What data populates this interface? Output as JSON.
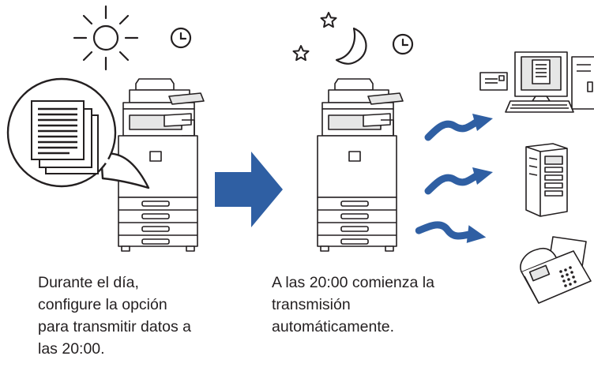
{
  "captions": {
    "day": [
      "Durante el día,",
      "configure la opción",
      "para transmitir datos a",
      "las 20:00."
    ],
    "night": [
      "A las 20:00 comienza la",
      "transmisión",
      "automáticamente."
    ]
  },
  "colors": {
    "line": "#231f20",
    "arrow": "#2f5fa3",
    "machine_fill": "#ffffff",
    "machine_shade": "#e6e6e6"
  },
  "icons": {
    "sun": "sun-icon",
    "clock": "clock-icon",
    "moon": "moon-icon",
    "star": "star-icon",
    "document": "document-stack-icon",
    "copier": "multifunction-printer-icon",
    "computer": "computer-icon",
    "server": "server-icon",
    "fax": "fax-icon",
    "arrow": "right-arrow-icon"
  }
}
